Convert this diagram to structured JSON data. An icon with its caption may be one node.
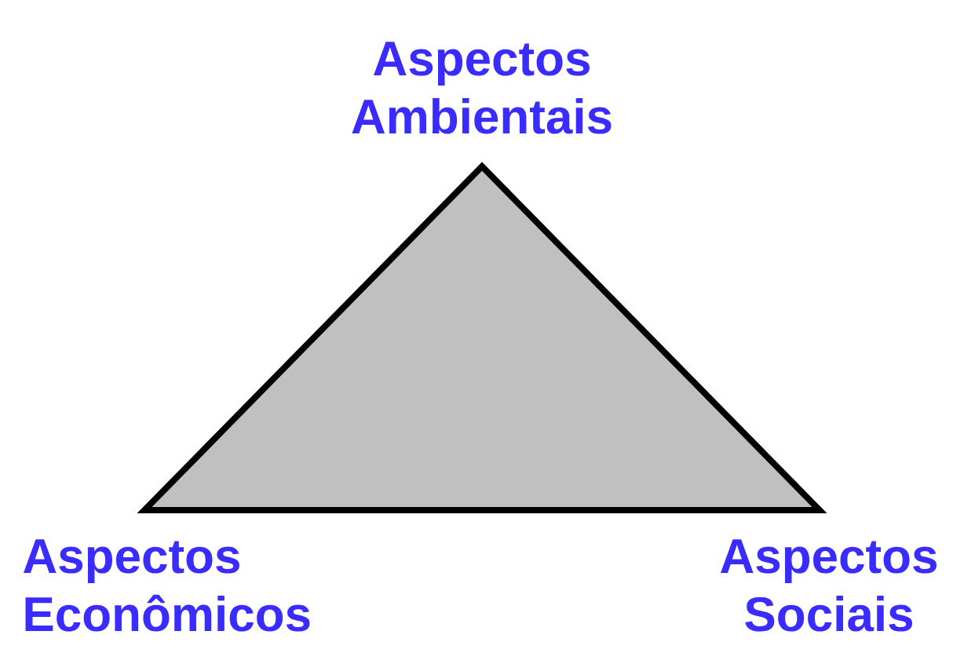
{
  "diagram": {
    "labels": [
      "Aspectos Ambientais",
      "Aspectos Econômicos",
      "Aspectos Sociais"
    ]
  }
}
